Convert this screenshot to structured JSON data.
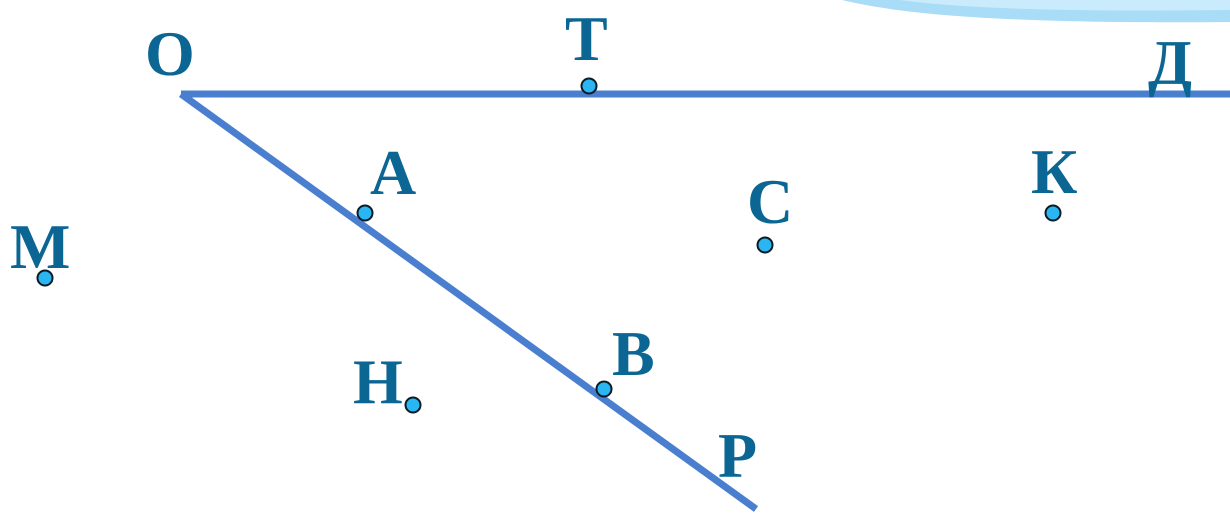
{
  "diagram": {
    "labels": {
      "O": "О",
      "T": "Т",
      "D": "Д",
      "A": "А",
      "C": "С",
      "K": "К",
      "M": "М",
      "B": "В",
      "N": "Н",
      "P": "Р"
    },
    "colors": {
      "label": "#0b6693",
      "ray": "#4a7fd0",
      "point_fill": "#29b6f2",
      "point_stroke": "#0b1a24",
      "corner_swoosh": "#a8dcf7"
    }
  }
}
